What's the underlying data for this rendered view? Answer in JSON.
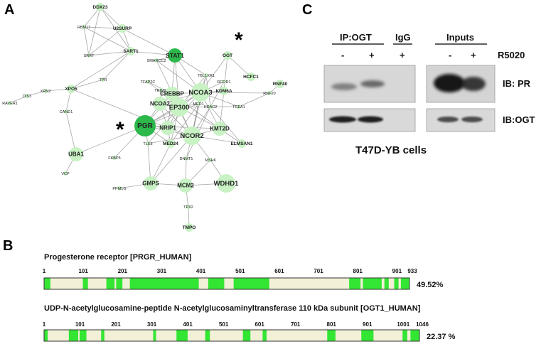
{
  "panels": {
    "a": "A",
    "b": "B",
    "c": "C"
  },
  "network": {
    "star": "*",
    "nodes": [
      {
        "id": "DDX23",
        "size": "s"
      },
      {
        "id": "RBM17",
        "size": "xs"
      },
      {
        "id": "U2SURP",
        "size": "s"
      },
      {
        "id": "SRRT",
        "size": "xs"
      },
      {
        "id": "SART1",
        "size": "s"
      },
      {
        "id": "STAT1",
        "size": "dm"
      },
      {
        "id": "SMARCC2",
        "size": "xs"
      },
      {
        "id": "OGT",
        "size": "s"
      },
      {
        "id": "TPR",
        "size": "xs"
      },
      {
        "id": "TFAP2C",
        "size": "xs"
      },
      {
        "id": "TBL1XR1",
        "size": "xs"
      },
      {
        "id": "HCFC1",
        "size": "s"
      },
      {
        "id": "RNF40",
        "size": "s"
      },
      {
        "id": "RNF20",
        "size": "xs"
      },
      {
        "id": "XRN2",
        "size": "xs"
      },
      {
        "id": "XPO5",
        "size": "s"
      },
      {
        "id": "DIS3",
        "size": "xs"
      },
      {
        "id": "RAVER1",
        "size": "xs"
      },
      {
        "id": "TRIM24",
        "size": "xs"
      },
      {
        "id": "RCOR1",
        "size": "xs"
      },
      {
        "id": "KDM6A",
        "size": "s"
      },
      {
        "id": "CREBBP",
        "size": "m"
      },
      {
        "id": "NCOA3",
        "size": "l"
      },
      {
        "id": "NCOA2",
        "size": "m"
      },
      {
        "id": "EP300",
        "size": "l"
      },
      {
        "id": "HDAC2",
        "size": "xs"
      },
      {
        "id": "TCEA1",
        "size": "xs"
      },
      {
        "id": "MED1",
        "size": "xs"
      },
      {
        "id": "PGR",
        "size": "dl"
      },
      {
        "id": "NRIP1",
        "size": "m"
      },
      {
        "id": "KMT2D",
        "size": "m"
      },
      {
        "id": "CAND1",
        "size": "xs"
      },
      {
        "id": "NCOR2",
        "size": "l"
      },
      {
        "id": "ELMSAN1",
        "size": "s"
      },
      {
        "id": "TLE3",
        "size": "xs"
      },
      {
        "id": "MED24",
        "size": "s"
      },
      {
        "id": "UBA1",
        "size": "m"
      },
      {
        "id": "FKBP5",
        "size": "xs"
      },
      {
        "id": "DNMT1",
        "size": "xs"
      },
      {
        "id": "MSH6",
        "size": "xs"
      },
      {
        "id": "VCP",
        "size": "xs"
      },
      {
        "id": "GMPS",
        "size": "m"
      },
      {
        "id": "WDHD1",
        "size": "l"
      },
      {
        "id": "MCM2",
        "size": "m"
      },
      {
        "id": "PPM1G",
        "size": "xs"
      },
      {
        "id": "TPX2",
        "size": "xs"
      },
      {
        "id": "TMPO",
        "size": "s"
      }
    ]
  },
  "blot": {
    "ip_ogt": "IP:OGT",
    "igg": "IgG",
    "inputs": "Inputs",
    "treatment": "R5020",
    "lane_signs": [
      "-",
      "+",
      "+",
      "-",
      "+"
    ],
    "ib_pr": "IB: PR",
    "ib_ogt": "IB:OGT",
    "cells": "T47D-YB cells"
  },
  "coverage": {
    "pr": {
      "title": "Progesterone receptor [PRGR_HUMAN]",
      "ticks": [
        "1",
        "101",
        "201",
        "301",
        "401",
        "501",
        "601",
        "701",
        "801",
        "901",
        "933"
      ],
      "percent": "49.52%",
      "length": 933,
      "segments": [
        [
          1,
          16
        ],
        [
          100,
          112
        ],
        [
          160,
          180
        ],
        [
          185,
          200
        ],
        [
          220,
          395
        ],
        [
          420,
          460
        ],
        [
          485,
          575
        ],
        [
          780,
          808
        ],
        [
          815,
          862
        ],
        [
          870,
          880
        ],
        [
          895,
          905
        ],
        [
          912,
          933
        ]
      ]
    },
    "ogt": {
      "title": "UDP-N-acetylglucosamine-peptide  N-acetylglucosaminyltransferase  110 kDa subunit [OGT1_HUMAN]",
      "ticks": [
        "1",
        "101",
        "201",
        "301",
        "401",
        "501",
        "601",
        "701",
        "801",
        "901",
        "1001",
        "1046"
      ],
      "percent": "22.37 %",
      "length": 1046,
      "segments": [
        [
          1,
          10
        ],
        [
          70,
          95
        ],
        [
          100,
          118
        ],
        [
          160,
          168
        ],
        [
          305,
          312
        ],
        [
          370,
          400
        ],
        [
          450,
          462
        ],
        [
          555,
          575
        ],
        [
          610,
          620
        ],
        [
          790,
          812
        ],
        [
          885,
          918
        ],
        [
          1000,
          1012
        ],
        [
          1022,
          1046
        ]
      ]
    },
    "colors": {
      "covered": "#33e633",
      "uncovered": "#f2f0d6",
      "border": "#333333"
    }
  },
  "colors": {
    "node_light": "#c8f2c4",
    "node_dark": "#2cb84a",
    "edge": "#8a8a8a"
  }
}
